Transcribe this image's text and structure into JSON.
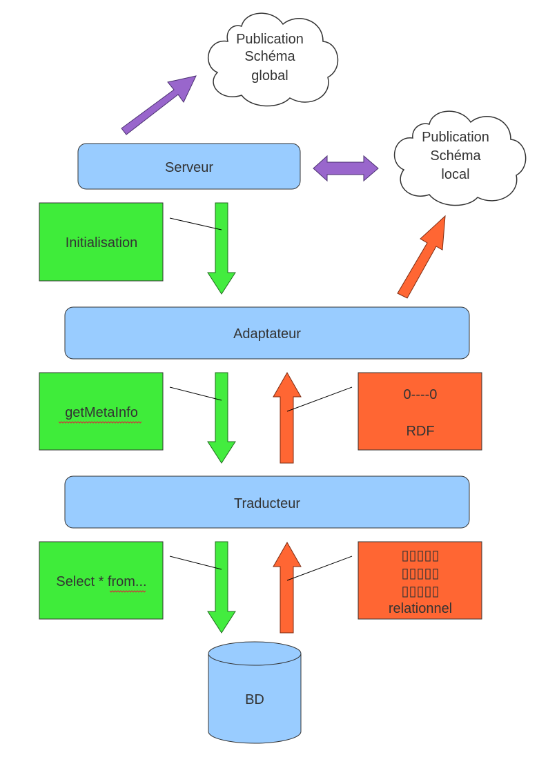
{
  "clouds": {
    "global": {
      "lines": [
        "Publication",
        "Schéma",
        "global"
      ]
    },
    "local": {
      "lines": [
        "Publication",
        "Schéma",
        "local"
      ]
    }
  },
  "layers": {
    "serveur": "Serveur",
    "adaptateur": "Adaptateur",
    "traducteur": "Traducteur"
  },
  "requests": {
    "initialisation": "Initialisation",
    "getmetainfo": "getMetaInfo",
    "select": "Select * from..."
  },
  "responses": {
    "rdf": {
      "line1": "0----0",
      "line2": "RDF"
    },
    "relationnel": {
      "glyph_rows": [
        "▯▯▯▯▯",
        "▯▯▯▯▯",
        "▯▯▯▯▯"
      ],
      "label": "relationnel"
    }
  },
  "database": {
    "label": "BD"
  },
  "colors": {
    "layer_fill": "#99ccff",
    "request_fill": "#3fec3a",
    "response_fill": "#ff6633",
    "arrow_down": "#43ec3f",
    "arrow_up": "#ff6633",
    "publish_arrow": "#9966cc",
    "database_fill": "#99ccff"
  }
}
